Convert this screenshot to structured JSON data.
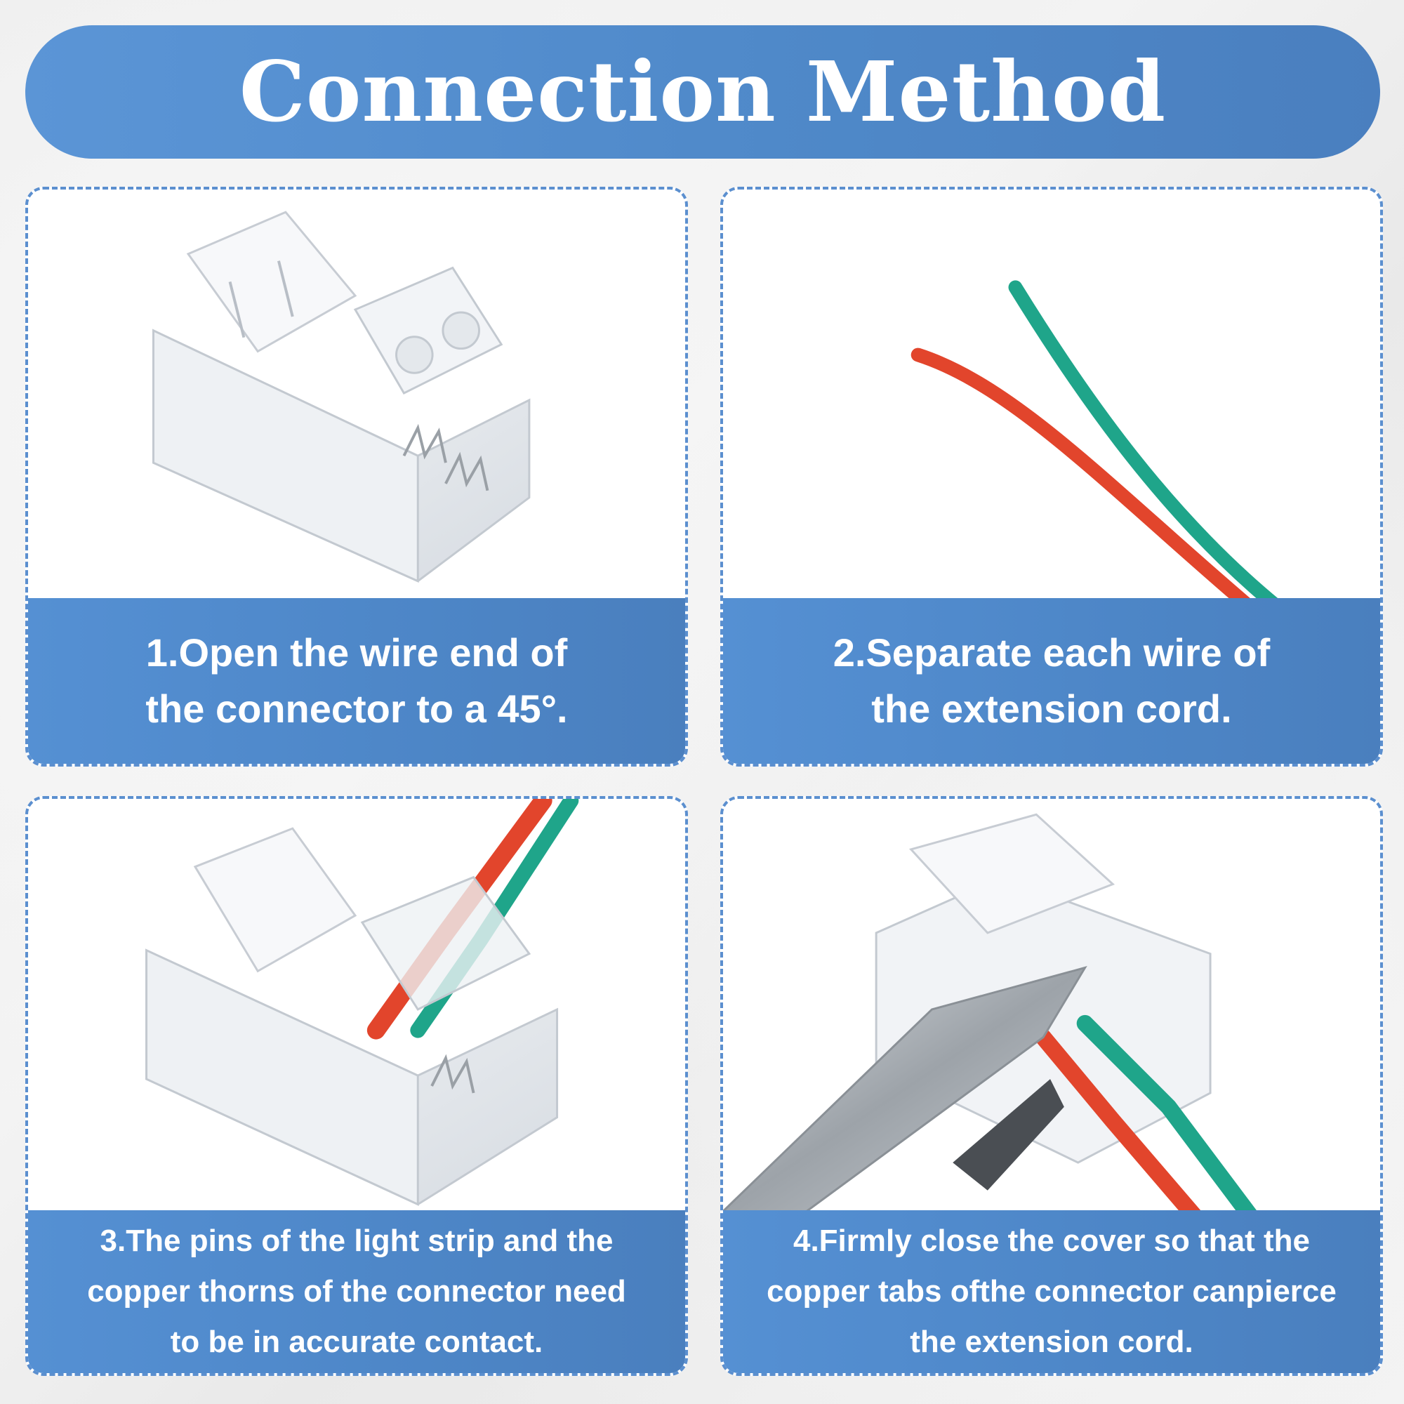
{
  "header": {
    "title": "Connection Method"
  },
  "steps": [
    {
      "text": "1.Open the wire end of\nthe connector to a 45°."
    },
    {
      "text": "2.Separate each wire of\nthe extension cord."
    },
    {
      "text": "3.The pins of the light strip and the\ncopper thorns of the connector need\nto be in accurate contact."
    },
    {
      "text": "4.Firmly close the cover so that the\ncopper tabs ofthe connector canpierce\nthe extension cord."
    }
  ],
  "colors": {
    "banner": "#4f89c9",
    "caption": "#4d86c7",
    "border": "#5b8fcf",
    "wire_red": "#e2452c",
    "wire_green": "#1fa58a"
  }
}
